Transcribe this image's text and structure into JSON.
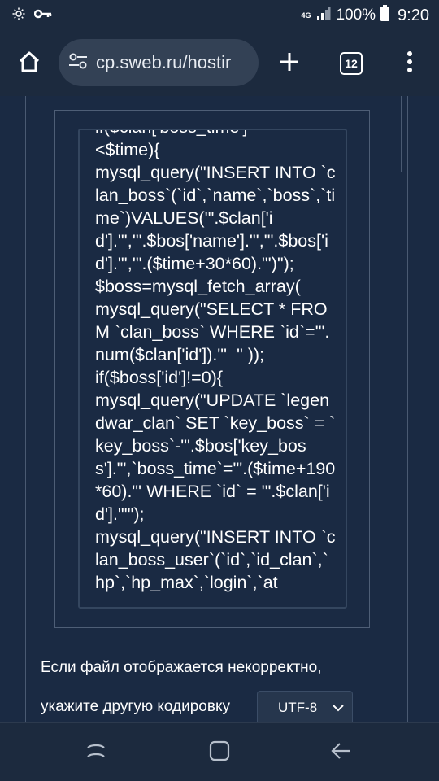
{
  "status_bar": {
    "network": "4G",
    "battery": "100%",
    "time": "9:20",
    "icons": [
      "settings-gear-icon",
      "key-icon",
      "signal-icon",
      "battery-icon"
    ]
  },
  "browser": {
    "url": "cp.sweb.ru/hostir",
    "tab_count": "12",
    "icons": [
      "home-icon",
      "site-settings-icon",
      "new-tab-icon",
      "tab-switcher-icon",
      "overflow-menu-icon"
    ]
  },
  "editor": {
    "code": "if($clan['boss_time']\n<$time){\nmysql_query(\"INSERT INTO `clan_boss`(`id`,`name`,`boss`,`time`)VALUES('\".$clan['id'].\"','\".$bos['name'].\"','\".$bos['id'].\"','\".($time+30*60).\"')\");\n$boss=mysql_fetch_array(\nmysql_query(\"SELECT * FROM `clan_boss` WHERE `id`='\".num($clan['id']).\"'  \" ));\nif($boss['id']!=0){\nmysql_query(\"UPDATE `legendwar_clan` SET `key_boss` = `key_boss`-'\".$bos['key_boss'].\"',`boss_time`='\".($time+190*60).\"' WHERE `id` = '\".$clan['id'].\"'\");\nmysql_query(\"INSERT INTO `clan_boss_user`(`id`,`id_clan`,`hp`,`hp_max`,`login`,`at"
  },
  "footer": {
    "hint_line1": "Если файл отображается некорректно,",
    "hint_line2": "укажите другую кодировку",
    "encoding": "UTF-8"
  },
  "colors": {
    "background": "#1c2a3e",
    "page": "#1a2a43",
    "url_bar": "#334155"
  }
}
